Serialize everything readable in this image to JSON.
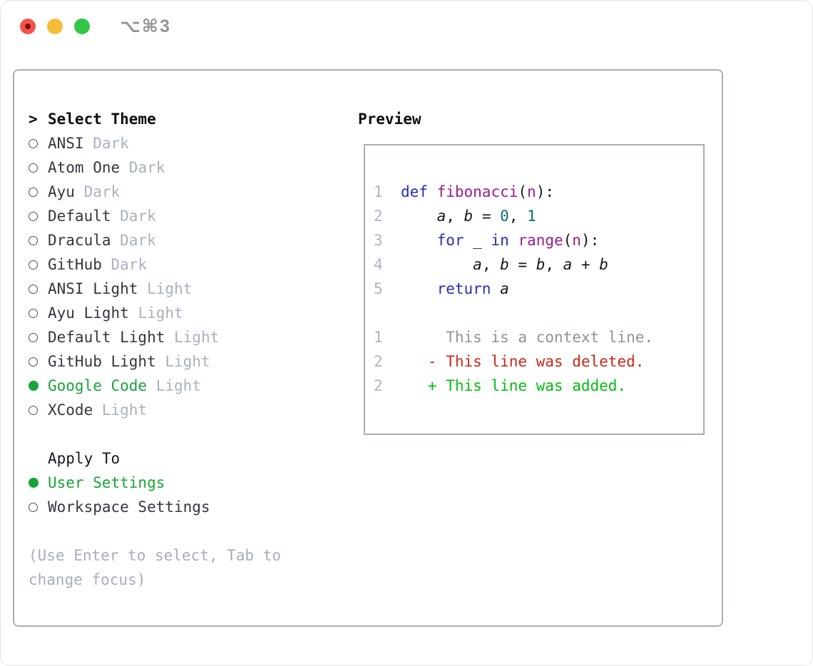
{
  "window": {
    "title": "⌥⌘3",
    "traffic_lights": [
      {
        "name": "close",
        "color": "#f4544d"
      },
      {
        "name": "minimize",
        "color": "#f6bd3b"
      },
      {
        "name": "zoom",
        "color": "#32c744"
      }
    ]
  },
  "colors": {
    "accent_green": "#16a437",
    "keyword_blue": "#282cba",
    "function_purple": "#991b91",
    "literal_teal": "#0b6c6c",
    "plain_code": "#16181c",
    "context_gray": "#8d939b",
    "deleted_red": "#c9271a",
    "added_green": "#00bd13",
    "muted_gray": "#a8b1bf",
    "line_number_gray": "#a9b5c5",
    "border_gray": "#a6aeb9",
    "text_dark": "#32383f"
  },
  "theme_panel": {
    "cursor": ">",
    "header": "Select Theme",
    "themes": [
      {
        "name": "ANSI",
        "variant": "Dark",
        "selected": false
      },
      {
        "name": "Atom One",
        "variant": "Dark",
        "selected": false
      },
      {
        "name": "Ayu",
        "variant": "Dark",
        "selected": false
      },
      {
        "name": "Default",
        "variant": "Dark",
        "selected": false
      },
      {
        "name": "Dracula",
        "variant": "Dark",
        "selected": false
      },
      {
        "name": "GitHub",
        "variant": "Dark",
        "selected": false
      },
      {
        "name": "ANSI Light",
        "variant": "Light",
        "selected": false
      },
      {
        "name": "Ayu Light",
        "variant": "Light",
        "selected": false
      },
      {
        "name": "Default Light",
        "variant": "Light",
        "selected": false
      },
      {
        "name": "GitHub Light",
        "variant": "Light",
        "selected": false
      },
      {
        "name": "Google Code",
        "variant": "Light",
        "selected": true
      },
      {
        "name": "XCode",
        "variant": "Light",
        "selected": false
      }
    ],
    "apply_to": {
      "header": "Apply To",
      "options": [
        {
          "label": "User Settings",
          "selected": true
        },
        {
          "label": "Workspace Settings",
          "selected": false
        }
      ]
    },
    "help": "(Use Enter to select, Tab to change focus)"
  },
  "preview": {
    "header": "Preview",
    "lines": [
      {
        "num": "1",
        "segments": [
          {
            "s": "kw",
            "t": "def"
          },
          {
            "s": "pl",
            "t": " "
          },
          {
            "s": "fn",
            "t": "fibonacci"
          },
          {
            "s": "pl",
            "t": "("
          },
          {
            "s": "tp",
            "t": "n"
          },
          {
            "s": "pl",
            "t": "):"
          }
        ]
      },
      {
        "num": "2",
        "segments": [
          {
            "s": "pl",
            "t": "    "
          },
          {
            "s": "var",
            "t": "a"
          },
          {
            "s": "pl",
            "t": ", "
          },
          {
            "s": "var",
            "t": "b"
          },
          {
            "s": "pl",
            "t": " = "
          },
          {
            "s": "lit",
            "t": "0"
          },
          {
            "s": "pl",
            "t": ", "
          },
          {
            "s": "lit",
            "t": "1"
          }
        ]
      },
      {
        "num": "3",
        "segments": [
          {
            "s": "pl",
            "t": "    "
          },
          {
            "s": "kw",
            "t": "for"
          },
          {
            "s": "pl",
            "t": " _ "
          },
          {
            "s": "kw",
            "t": "in"
          },
          {
            "s": "pl",
            "t": " "
          },
          {
            "s": "fn",
            "t": "range"
          },
          {
            "s": "pl",
            "t": "("
          },
          {
            "s": "tp",
            "t": "n"
          },
          {
            "s": "pl",
            "t": "):"
          }
        ]
      },
      {
        "num": "4",
        "segments": [
          {
            "s": "pl",
            "t": "        "
          },
          {
            "s": "var",
            "t": "a"
          },
          {
            "s": "pl",
            "t": ", "
          },
          {
            "s": "var",
            "t": "b"
          },
          {
            "s": "pl",
            "t": " = "
          },
          {
            "s": "var",
            "t": "b"
          },
          {
            "s": "pl",
            "t": ", "
          },
          {
            "s": "var",
            "t": "a"
          },
          {
            "s": "pl",
            "t": " + "
          },
          {
            "s": "var",
            "t": "b"
          }
        ]
      },
      {
        "num": "5",
        "segments": [
          {
            "s": "pl",
            "t": "    "
          },
          {
            "s": "kw",
            "t": "return"
          },
          {
            "s": "pl",
            "t": " "
          },
          {
            "s": "var",
            "t": "a"
          }
        ]
      },
      {
        "num": "",
        "segments": []
      },
      {
        "num": "1",
        "segments": [
          {
            "s": "ctx",
            "t": "     This is a context line."
          }
        ]
      },
      {
        "num": "2",
        "segments": [
          {
            "s": "del",
            "t": "   - This line was deleted."
          }
        ]
      },
      {
        "num": "2",
        "segments": [
          {
            "s": "add",
            "t": "   + This line was added."
          }
        ]
      }
    ]
  }
}
